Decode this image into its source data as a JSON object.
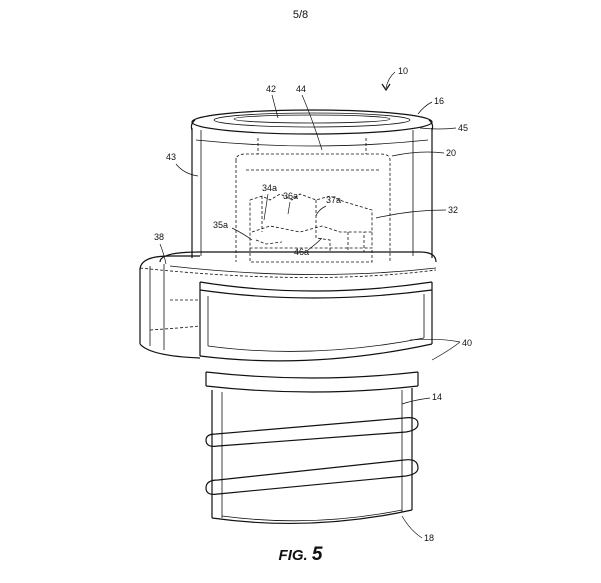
{
  "sheet": "5/8",
  "figure": {
    "prefix": "FIG.",
    "number": "5"
  },
  "labels": {
    "r10": "10",
    "r16": "16",
    "r42": "42",
    "r44": "44",
    "r45": "45",
    "r43": "43",
    "r20": "20",
    "r34a": "34a",
    "r36a": "36a",
    "r37a": "37a",
    "r32": "32",
    "r35a": "35a",
    "r46a": "46a",
    "r38": "38",
    "r40": "40",
    "r14": "14",
    "r18": "18"
  }
}
